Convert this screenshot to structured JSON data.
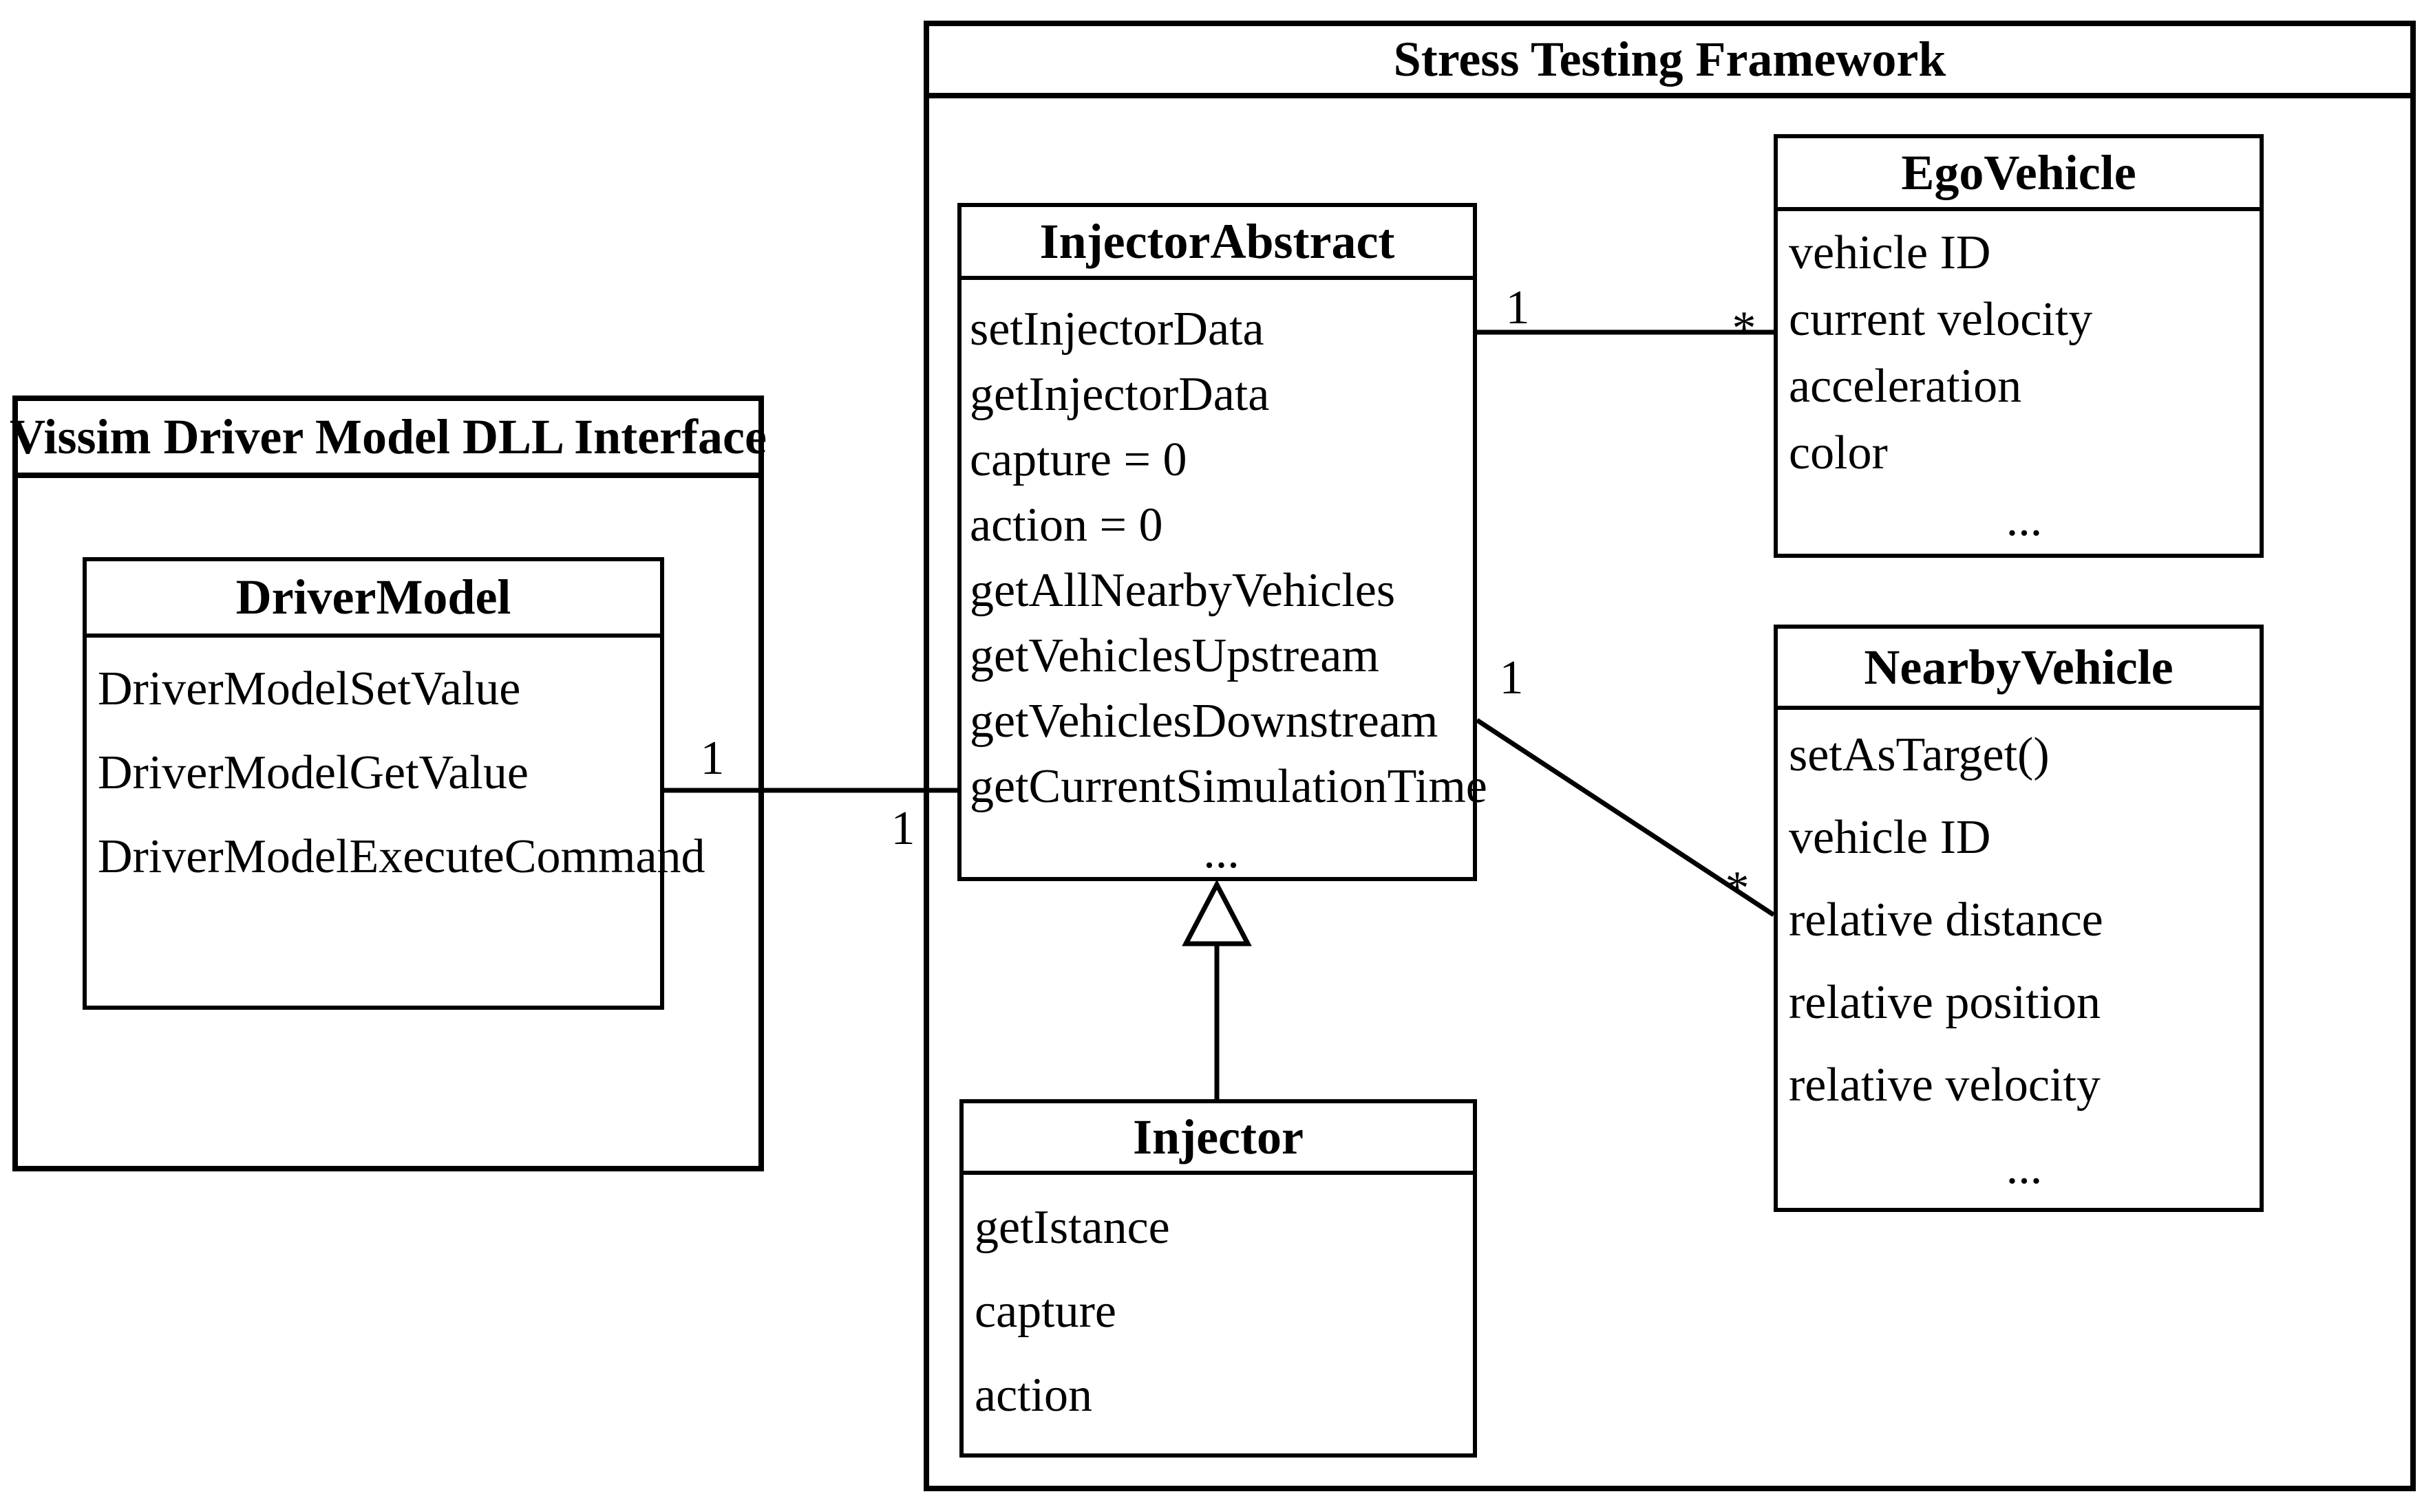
{
  "packages": {
    "vissim": {
      "title": "Vissim Driver Model DLL Interface"
    },
    "stress": {
      "title": "Stress Testing Framework"
    }
  },
  "classes": {
    "driver_model": {
      "title": "DriverModel",
      "members": [
        "DriverModelSetValue",
        "DriverModelGetValue",
        "DriverModelExecuteCommand"
      ]
    },
    "injector_abstract": {
      "title": "InjectorAbstract",
      "members": [
        "setInjectorData",
        "getInjectorData",
        "capture = 0",
        "action = 0",
        "getAllNearbyVehicles",
        "getVehiclesUpstream",
        "getVehiclesDownstream",
        "getCurrentSimulationTime"
      ],
      "ellipsis": "..."
    },
    "ego_vehicle": {
      "title": "EgoVehicle",
      "members": [
        "vehicle ID",
        "current velocity",
        "acceleration",
        "color"
      ],
      "ellipsis": "..."
    },
    "nearby_vehicle": {
      "title": "NearbyVehicle",
      "members": [
        "setAsTarget()",
        "vehicle ID",
        "relative distance",
        "relative position",
        "relative velocity"
      ],
      "ellipsis": "..."
    },
    "injector": {
      "title": "Injector",
      "members": [
        "getIstance",
        "capture",
        "action"
      ]
    }
  },
  "associations": {
    "driver_to_injectorabstract": {
      "source_multiplicity": "1",
      "target_multiplicity": "1"
    },
    "injectorabstract_to_egovehicle": {
      "source_multiplicity": "1",
      "target_multiplicity": "*"
    },
    "injectorabstract_to_nearbyvehicle": {
      "source_multiplicity": "1",
      "target_multiplicity": "*"
    }
  },
  "colors": {
    "line": "#000000",
    "background": "#ffffff"
  }
}
